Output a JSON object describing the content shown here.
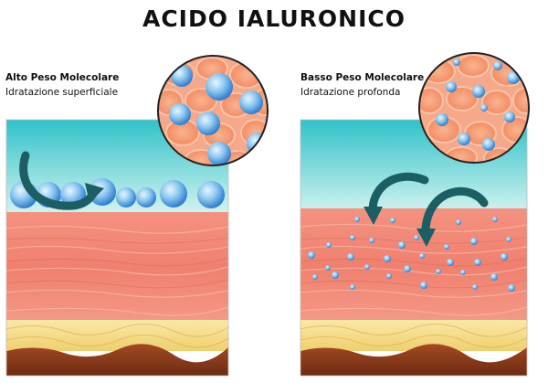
{
  "title": "ACIDO IALURONICO",
  "panels": [
    {
      "title": "Alto Peso Molecolare",
      "subtitle": "Idratazione superficiale"
    },
    {
      "title": "Basso Peso Molecolare",
      "subtitle": "Idratazione profonda"
    }
  ],
  "colors": {
    "sky_top": "#2fc2c9",
    "sky_bottom": "#d6f4f0",
    "dermis": "#ef7d72",
    "dermis_light": "#f7a191",
    "fat": "#f5df8a",
    "base": "#8a3b1a",
    "molecule": "#5aaee8",
    "arrow": "#1b5e63",
    "magnifier_bg": "#f8ab88",
    "magnifier_cell": "#f38e6a"
  }
}
